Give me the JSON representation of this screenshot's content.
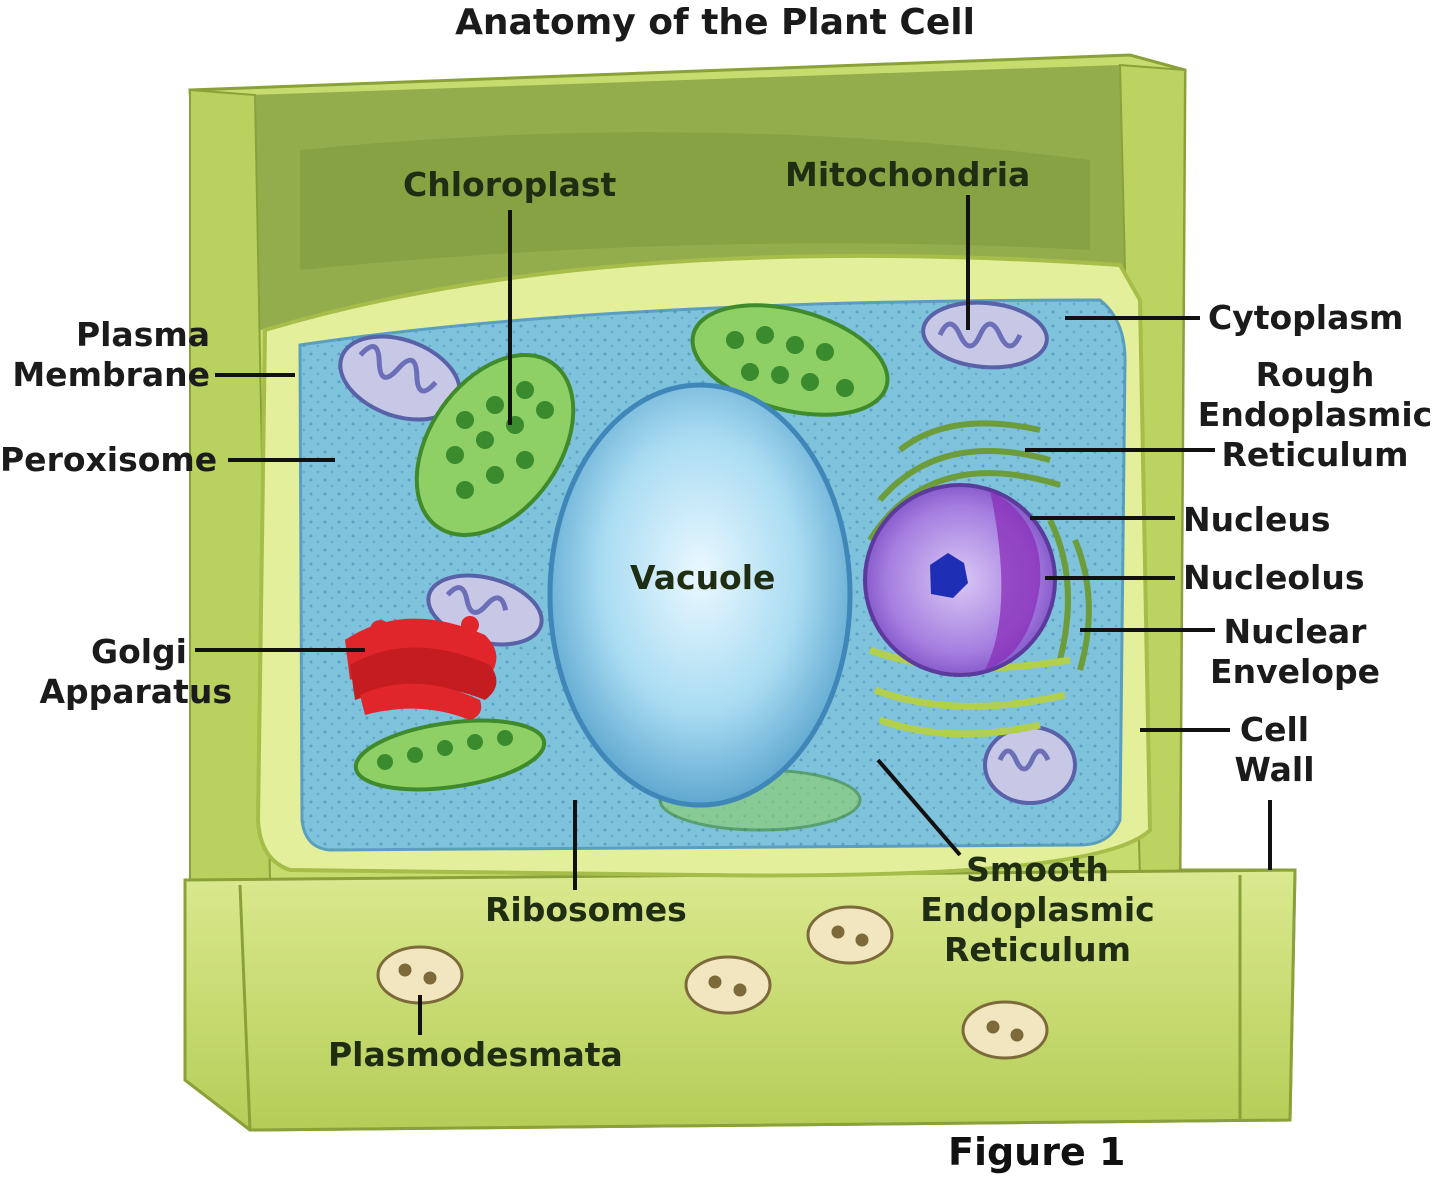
{
  "title": "Anatomy of the Plant Cell",
  "figure_label": "Figure 1",
  "labels": {
    "chloroplast": "Chloroplast",
    "mitochondria": "Mitochondria",
    "plasma_membrane": [
      "Plasma",
      "Membrane"
    ],
    "peroxisome": "Peroxisome",
    "golgi": [
      "Golgi",
      "Apparatus"
    ],
    "cytoplasm": "Cytoplasm",
    "rough_er": [
      "Rough",
      "Endoplasmic",
      "Reticulum"
    ],
    "nucleus": "Nucleus",
    "nucleolus": "Nucleolus",
    "nuclear_envelope": [
      "Nuclear",
      "Envelope"
    ],
    "cell_wall": [
      "Cell",
      "Wall"
    ],
    "vacuole": "Vacuole",
    "ribosomes": "Ribosomes",
    "smooth_er": [
      "Smooth",
      "Endoplasmic",
      "Reticulum"
    ],
    "plasmodesmata": "Plasmodesmata"
  },
  "colors": {
    "cell_wall": "#cfe07a",
    "cell_wall_dark": "#9bb33f",
    "cytoplasm": "#7fc2dc",
    "vacuole": "#a9dcf2",
    "chloroplast": "#7fc45a",
    "golgi": "#e0262a",
    "nucleus": "#9b6ad8"
  }
}
